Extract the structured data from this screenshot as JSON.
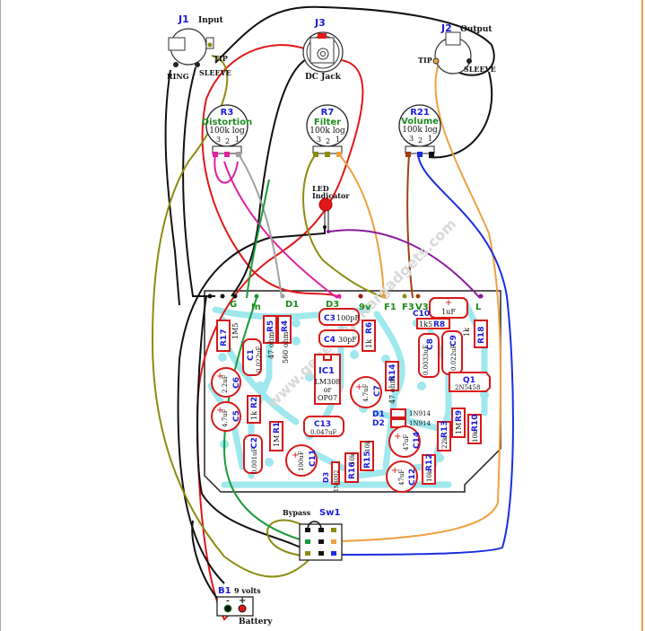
{
  "title": "Guitar effect pedal wiring diagram",
  "watermark": "www.generalguitargadgets.com",
  "jacks": {
    "j1": {
      "ref": "J1",
      "name": "Input",
      "pins": [
        "TIP",
        "RING",
        "SLEEVE"
      ]
    },
    "j2": {
      "ref": "J2",
      "name": "Output",
      "pins": [
        "TIP",
        "SLEEVE"
      ]
    },
    "j3": {
      "ref": "J3",
      "name": "DC Jack"
    }
  },
  "pots": [
    {
      "ref": "R3",
      "name": "Distortion",
      "value": "100k log",
      "pins": [
        "3",
        "2",
        "1"
      ]
    },
    {
      "ref": "R7",
      "name": "Filter",
      "value": "100k log",
      "pins": [
        "3",
        "2",
        "1"
      ]
    },
    {
      "ref": "R21",
      "name": "Volume",
      "value": "100k log",
      "pins": [
        "3",
        "2",
        "1"
      ]
    }
  ],
  "led": {
    "label_line1": "LED",
    "label_line2": "Indicator"
  },
  "pads": [
    "G",
    "In",
    "D1",
    "D3",
    "9v",
    "F1",
    "F3",
    "V3",
    "L"
  ],
  "components": {
    "C10": "C10",
    "c10_val": "1uF",
    "R8": "R8",
    "r8_val": "1k5",
    "R18": "R18",
    "r18_val": "1k",
    "C3": "C3",
    "c3_val": "100pF",
    "C4": "C4",
    "c4_val": "30pF",
    "R6": "R6",
    "r6_val": "1k",
    "R17": "R17",
    "r17_val": "1M5",
    "R5": "R5",
    "r5_val": "47 ohm",
    "R4": "R4",
    "r4_val": "560 ohm",
    "C1": "C1",
    "c1_val": "0.022uF",
    "IC1": "IC1",
    "ic1_val1": "LM308",
    "ic1_val2": "or",
    "ic1_val3": "OP07",
    "C8": "C8",
    "c8_val": "0.0033uF",
    "C9": "C9",
    "c9_val": "0.022uF",
    "Q1": "Q1",
    "q1_val": "2N5458",
    "C6": "C6",
    "c6_val": "2.2uF",
    "C5": "C5",
    "c5_val": "4.7uF",
    "R2": "R2",
    "r2_val": "1k",
    "R1": "R1",
    "r1_val": "1M",
    "C2": "C2",
    "c2_val": "0.001uF",
    "C7": "C7",
    "c7_val": "4.7uF",
    "R14": "R14",
    "r14_val": "47 ohm",
    "C13": "C13",
    "c13_val": "0.047uF",
    "C11": "C11",
    "c11_val": "100uF",
    "D1": "D1",
    "D2": "D2",
    "d_val": "1N914",
    "D3": "D3",
    "d3_val": "1N4002",
    "R16": "R16",
    "r16_val": "10k",
    "R15": "R15",
    "r15_val": "10k",
    "C14": "C14",
    "c14_val": "47uF",
    "C12": "C12",
    "c12_val": "47uF",
    "R13": "R13",
    "r13_val": "22k",
    "R12": "R12",
    "r12_val": "10k",
    "R9": "R9",
    "r9_val": "1M",
    "R10": "R10",
    "r10_val": "10k"
  },
  "switch": {
    "ref": "Sw1",
    "name": "Bypass"
  },
  "battery": {
    "ref": "B1",
    "voltage": "9 volts",
    "name": "Battery",
    "minus": "-",
    "plus": "+"
  },
  "colors": {
    "trace": "#9ee8ee",
    "outline": "#d81818",
    "wire_red": "#e01818",
    "wire_olive": "#8c8c10",
    "wire_orange": "#f0a040",
    "wire_blue": "#1a2ee0",
    "wire_pink": "#e020a0",
    "wire_purple": "#8a1a9a",
    "wire_green": "#1a9a3a",
    "wire_brown": "#a04010",
    "wire_gray": "#a0a0a0"
  }
}
